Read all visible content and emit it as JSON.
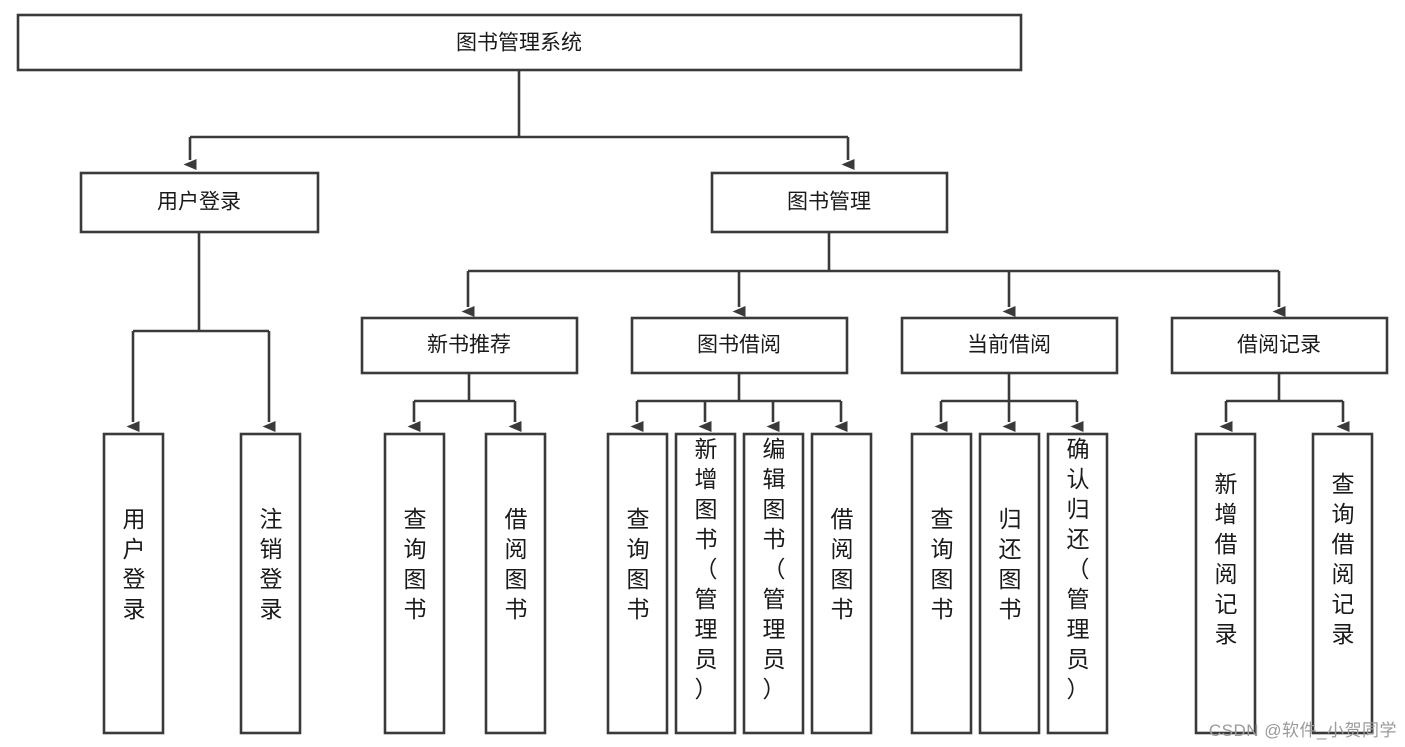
{
  "diagram": {
    "title": "图书管理系统",
    "type": "hierarchy-tree",
    "watermark": "CSDN @软件_小贺同学",
    "colors": {
      "stroke": "#3a3a3a",
      "box_fill": "#ffffff",
      "text": "#1a1a1a",
      "watermark": "#9a9a9a",
      "background": "#ffffff"
    },
    "levels": [
      {
        "level": 1,
        "nodes": [
          {
            "id": "root",
            "label": "图书管理系统",
            "orientation": "horizontal"
          }
        ]
      },
      {
        "level": 2,
        "nodes": [
          {
            "id": "user-login",
            "label": "用户登录",
            "orientation": "horizontal",
            "parent": "root"
          },
          {
            "id": "book-manage",
            "label": "图书管理",
            "orientation": "horizontal",
            "parent": "root"
          }
        ]
      },
      {
        "level": 3,
        "nodes": [
          {
            "id": "new-book-recommend",
            "label": "新书推荐",
            "orientation": "horizontal",
            "parent": "book-manage"
          },
          {
            "id": "book-borrow",
            "label": "图书借阅",
            "orientation": "horizontal",
            "parent": "book-manage"
          },
          {
            "id": "current-borrow",
            "label": "当前借阅",
            "orientation": "horizontal",
            "parent": "book-manage"
          },
          {
            "id": "borrow-record",
            "label": "借阅记录",
            "orientation": "horizontal",
            "parent": "book-manage"
          }
        ]
      },
      {
        "level": 4,
        "nodes": [
          {
            "id": "leaf-user-login",
            "label": "用户登录",
            "orientation": "vertical",
            "parent": "user-login"
          },
          {
            "id": "leaf-logout-login",
            "label": "注销登录",
            "orientation": "vertical",
            "parent": "user-login"
          },
          {
            "id": "leaf-query-book-1",
            "label": "查询图书",
            "orientation": "vertical",
            "parent": "new-book-recommend"
          },
          {
            "id": "leaf-borrow-book-1",
            "label": "借阅图书",
            "orientation": "vertical",
            "parent": "new-book-recommend"
          },
          {
            "id": "leaf-query-book-2",
            "label": "查询图书",
            "orientation": "vertical",
            "parent": "book-borrow"
          },
          {
            "id": "leaf-add-book",
            "label": "新增图书（管理员）",
            "orientation": "vertical",
            "parent": "book-borrow"
          },
          {
            "id": "leaf-edit-book",
            "label": "编辑图书（管理员）",
            "orientation": "vertical",
            "parent": "book-borrow"
          },
          {
            "id": "leaf-borrow-book-2",
            "label": "借阅图书",
            "orientation": "vertical",
            "parent": "book-borrow"
          },
          {
            "id": "leaf-query-book-3",
            "label": "查询图书",
            "orientation": "vertical",
            "parent": "current-borrow"
          },
          {
            "id": "leaf-return-book",
            "label": "归还图书",
            "orientation": "vertical",
            "parent": "current-borrow"
          },
          {
            "id": "leaf-confirm-return",
            "label": "确认归还（管理员）",
            "orientation": "vertical",
            "parent": "current-borrow"
          },
          {
            "id": "leaf-add-record",
            "label": "新增借阅记录",
            "orientation": "vertical",
            "parent": "borrow-record"
          },
          {
            "id": "leaf-query-record",
            "label": "查询借阅记录",
            "orientation": "vertical",
            "parent": "borrow-record"
          }
        ]
      }
    ]
  }
}
